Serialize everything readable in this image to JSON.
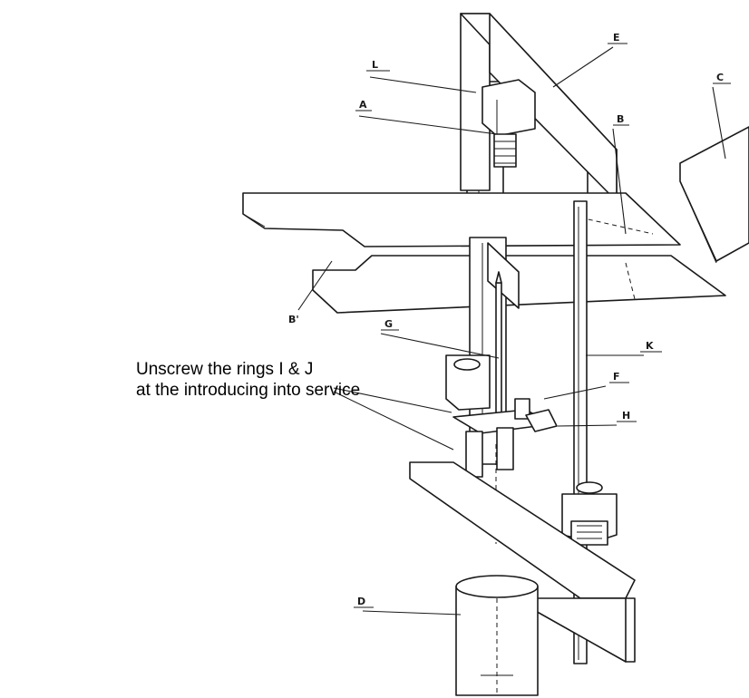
{
  "note": {
    "line1": "Unscrew the rings I & J",
    "line2": "at the introducing into service"
  },
  "labels": {
    "A": "A",
    "B": "B",
    "B_prime": "B'",
    "C": "C",
    "D": "D",
    "E": "E",
    "F": "F",
    "G": "G",
    "H": "H",
    "K": "K",
    "L": "L"
  }
}
